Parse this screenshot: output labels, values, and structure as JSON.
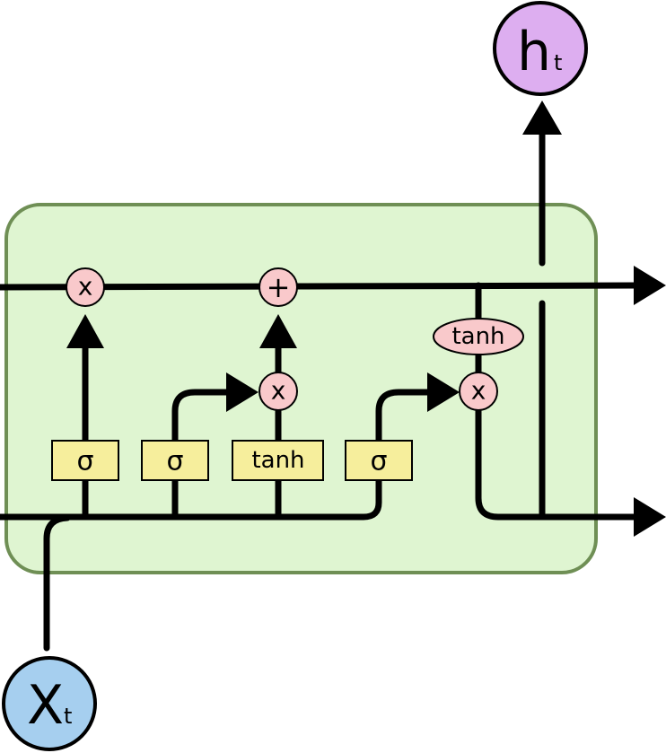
{
  "colors": {
    "cell_fill": "#dff5d1",
    "cell_border": "#6f8f55",
    "pointwise_fill": "#f9c9cb",
    "layer_fill": "#f6ee9c",
    "input_fill": "#a6cfef",
    "output_fill": "#ddaef0",
    "line": "#000000"
  },
  "layers": {
    "forget": "σ",
    "input": "σ",
    "candidate": "tanh",
    "output": "σ"
  },
  "pointwise": {
    "forget_multiply": "x",
    "cell_add": "+",
    "input_multiply": "x",
    "cell_tanh": "tanh",
    "output_multiply": "x"
  },
  "input_node": {
    "main": "X",
    "subscript": "t"
  },
  "output_node": {
    "main": "h",
    "subscript": "t"
  }
}
